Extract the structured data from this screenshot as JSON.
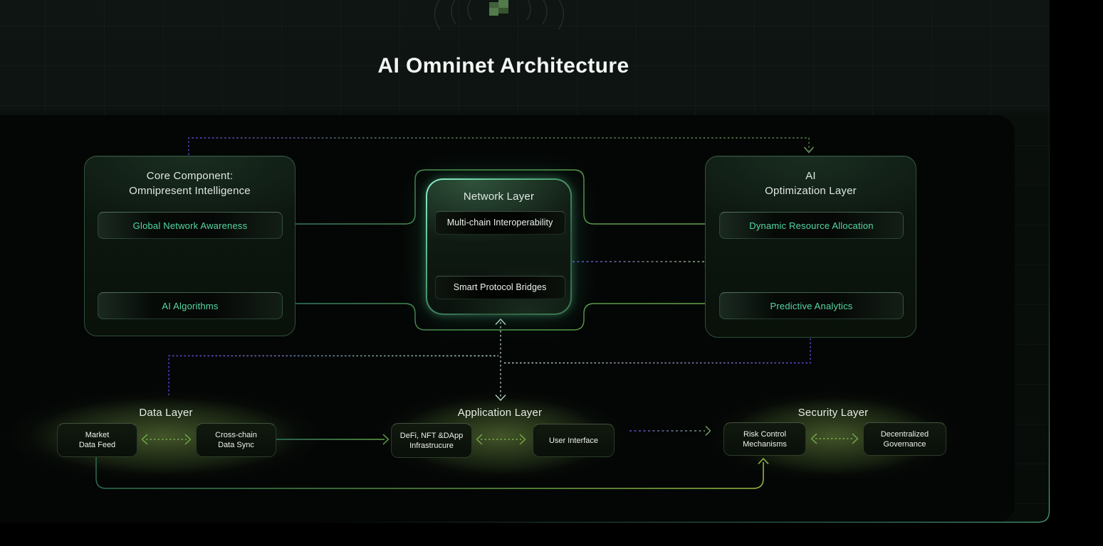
{
  "page_title": "AI Omninet Architecture",
  "top_row": {
    "core": {
      "title_lines": [
        "Core Component:",
        "Omnipresent Intelligence"
      ],
      "items": [
        "Global Network Awareness",
        "AI Algorithms"
      ]
    },
    "network": {
      "title": "Network Layer",
      "items": [
        "Multi-chain Interoperability",
        "Smart Protocol Bridges"
      ]
    },
    "ai_optimization": {
      "title_lines": [
        "AI",
        "Optimization Layer"
      ],
      "items": [
        "Dynamic Resource Allocation",
        "Predictive Analytics"
      ]
    }
  },
  "bottom_row": {
    "data": {
      "title": "Data Layer",
      "items": [
        {
          "lines": [
            "Market",
            "Data Feed"
          ]
        },
        {
          "lines": [
            "Cross-chain",
            "Data Sync"
          ]
        }
      ]
    },
    "application": {
      "title": "Application Layer",
      "items": [
        {
          "lines": [
            "DeFi, NFT &DApp",
            "Infrastrucure"
          ]
        },
        {
          "lines": [
            "User Interface"
          ]
        }
      ]
    },
    "security": {
      "title": "Security Layer",
      "items": [
        {
          "lines": [
            "Risk Control",
            "Mechanisms"
          ]
        },
        {
          "lines": [
            "Decentralized",
            "Governance"
          ]
        }
      ]
    }
  },
  "colors": {
    "accent_teal_text": "#56d7a4",
    "solid_line_green": "#5d9c43",
    "dashed_purple": "#5a49dd",
    "dashed_light_teal": "#b9d6c4",
    "glow_border_teal": "#8ff2d1",
    "outer_border_teal": "#47a07a",
    "title_white": "#f4f7f4"
  }
}
